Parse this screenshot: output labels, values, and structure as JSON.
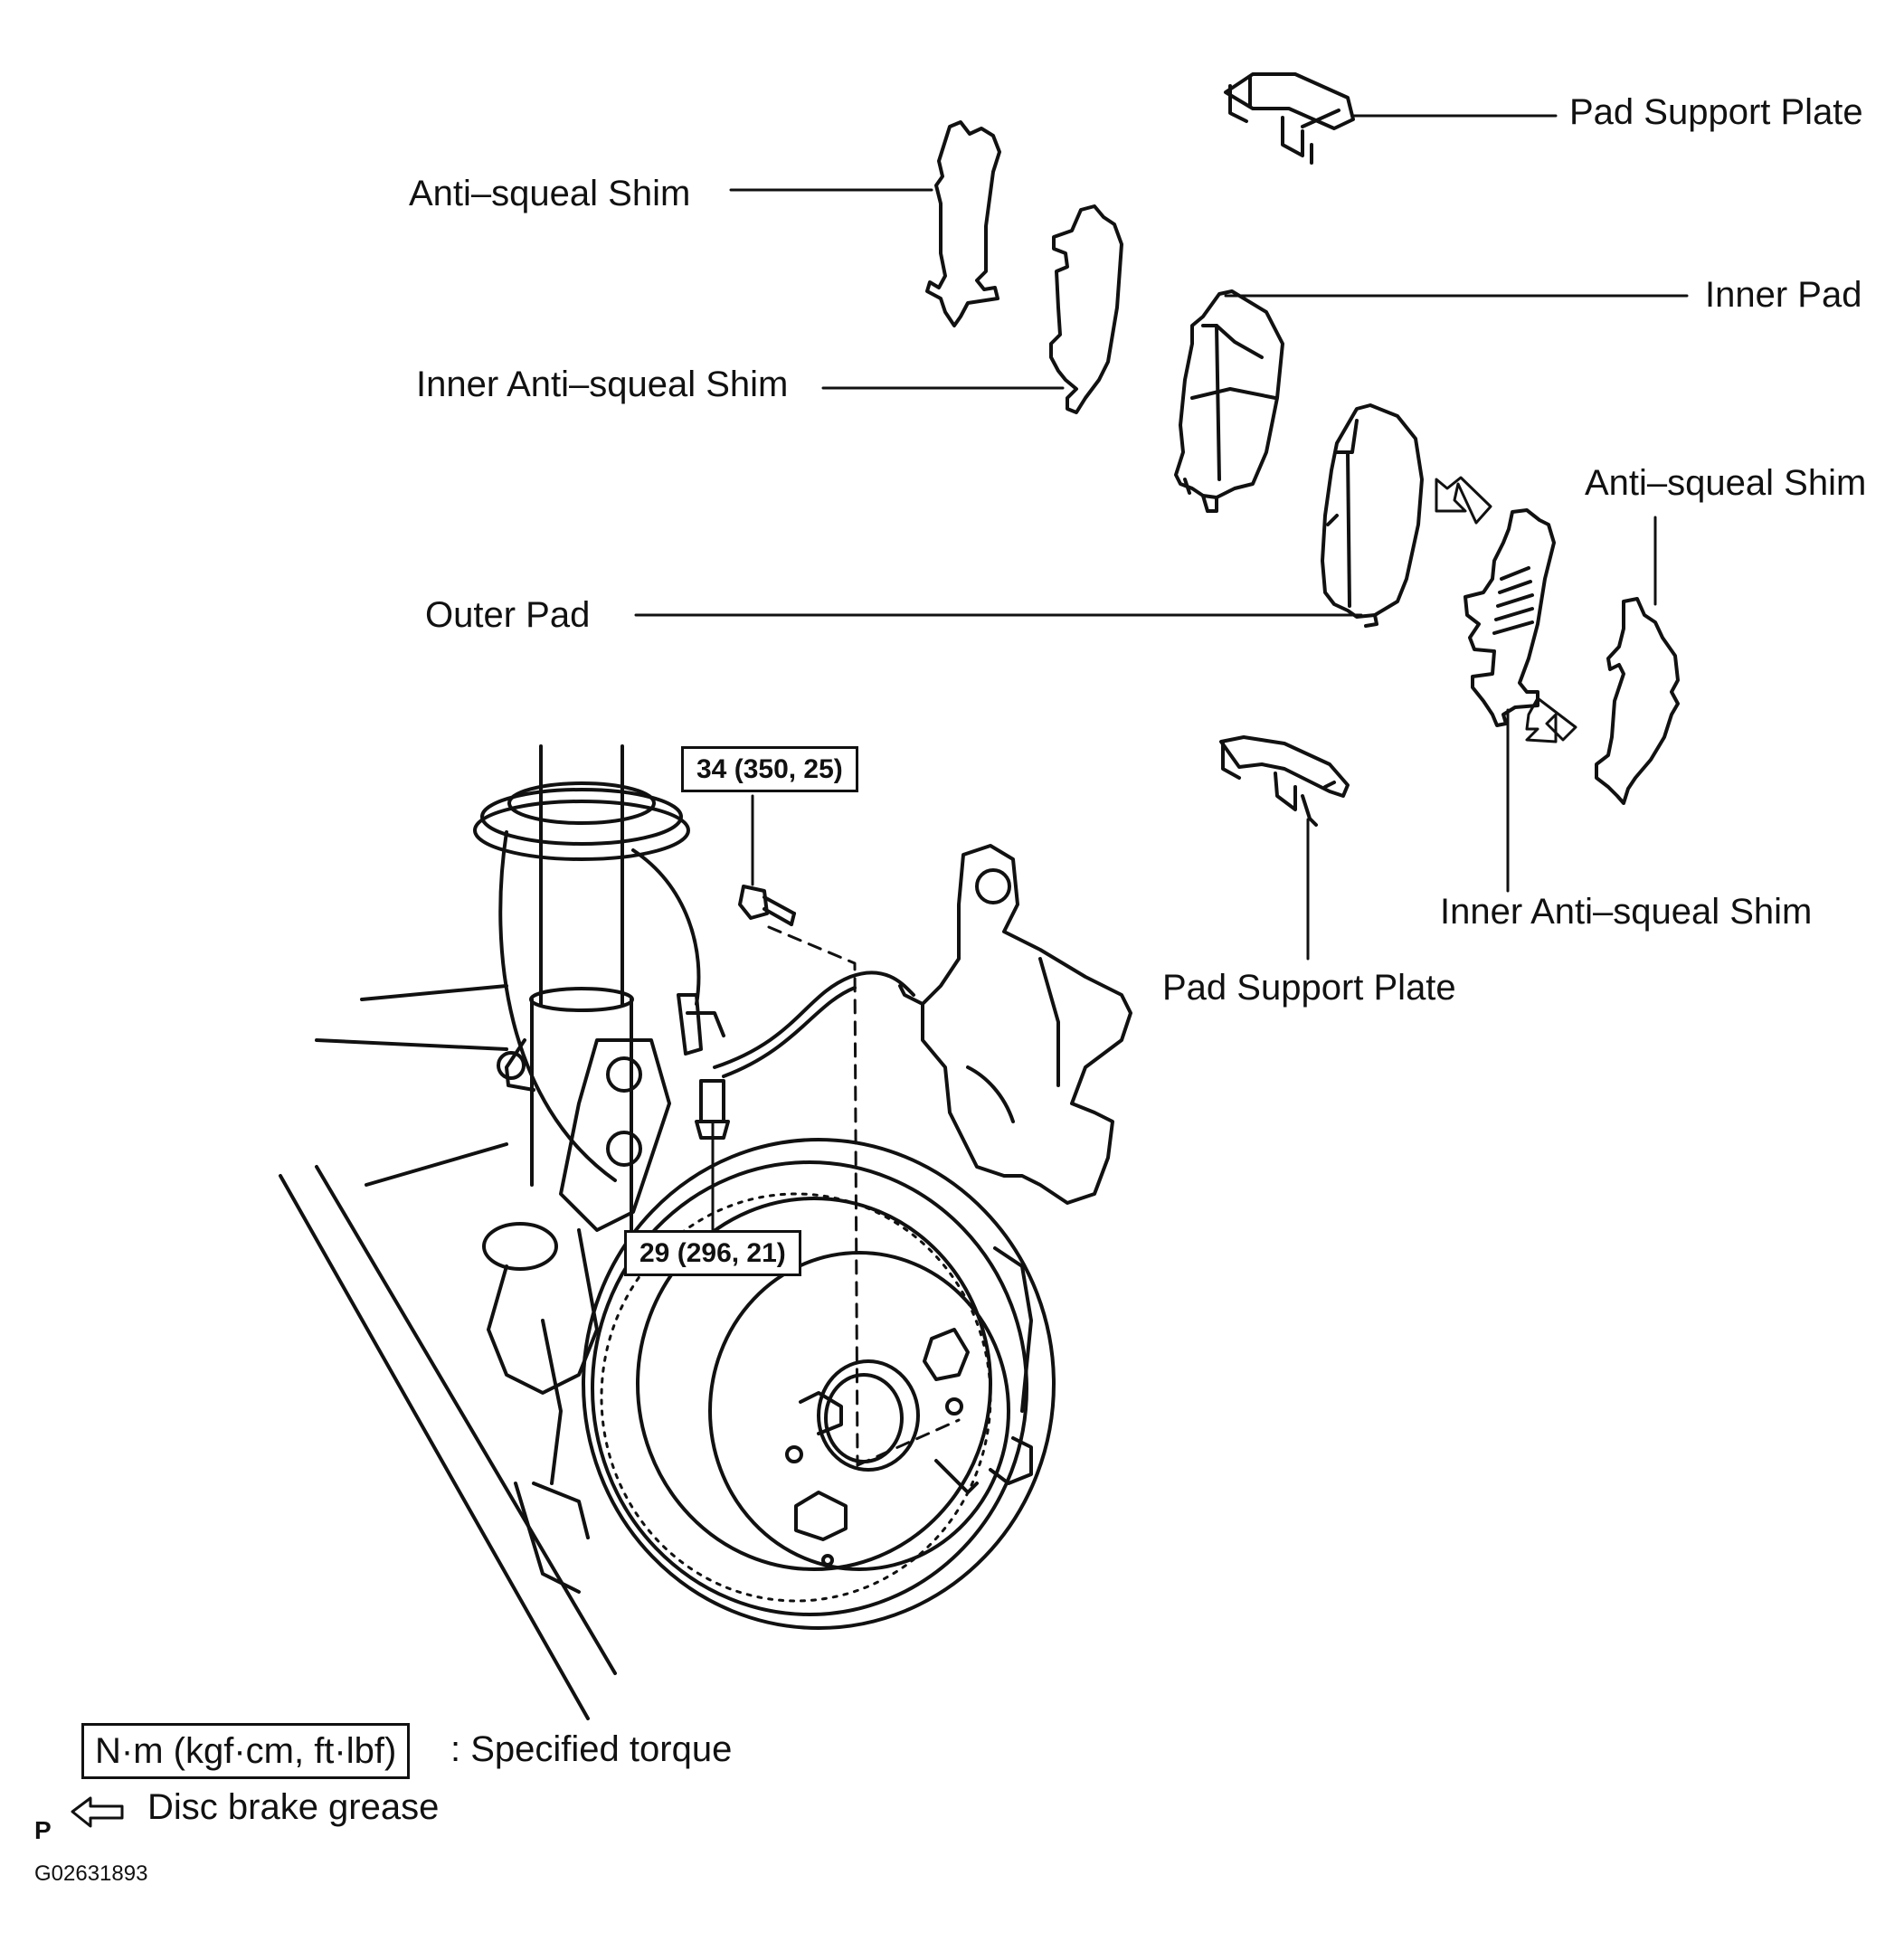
{
  "labels": {
    "pad_support_plate_top": "Pad Support Plate",
    "anti_squeal_shim_left": "Anti–squeal Shim",
    "inner_pad": "Inner Pad",
    "inner_anti_squeal_shim_left": "Inner Anti–squeal Shim",
    "anti_squeal_shim_right": "Anti–squeal Shim",
    "outer_pad": "Outer Pad",
    "inner_anti_squeal_shim_right": "Inner Anti–squeal Shim",
    "pad_support_plate_bottom": "Pad Support Plate"
  },
  "torque": {
    "upper": "34 (350, 25)",
    "lower": "29 (296, 21)"
  },
  "legend": {
    "torque_units": "N·m (kgf·cm, ft·lbf)",
    "torque_desc": ": Specified torque",
    "grease_desc": "Disc brake grease"
  },
  "footer": {
    "letter": "P",
    "code": "G02631893"
  },
  "icons": {
    "grease_arrow": "left-arrow-outline-icon"
  }
}
